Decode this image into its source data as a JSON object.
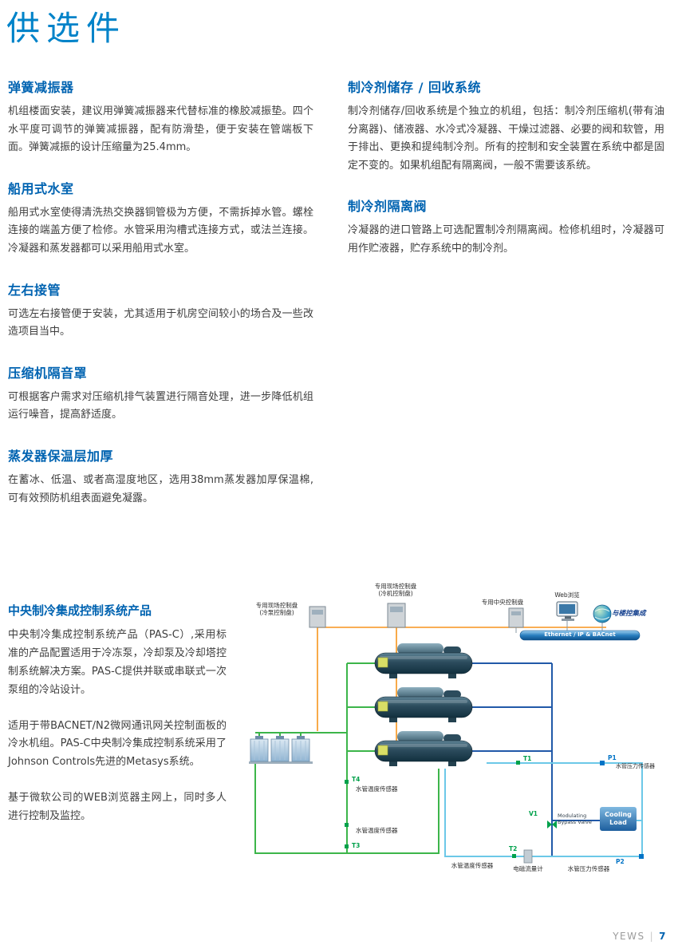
{
  "page": {
    "title": "供选件"
  },
  "footer": {
    "brand": "YEWS",
    "divider": "|",
    "page": "7"
  },
  "sections": {
    "left": [
      {
        "heading": "弹簧减振器",
        "body": "机组楼面安装，建议用弹簧减振器来代替标准的橡胶减振垫。四个水平度可调节的弹簧减振器，配有防滑垫，便于安装在管端板下面。弹簧减振的设计压缩量为25.4mm。"
      },
      {
        "heading": "船用式水室",
        "body": "船用式水室使得清洗热交换器铜管极为方便，不需拆掉水管。螺栓连接的端盖方便了检修。水管采用沟槽式连接方式，或法兰连接。冷凝器和蒸发器都可以采用船用式水室。"
      },
      {
        "heading": "左右接管",
        "body": "可选左右接管便于安装，尤其适用于机房空间较小的场合及一些改造项目当中。"
      },
      {
        "heading": "压缩机隔音罩",
        "body": "可根据客户需求对压缩机排气装置进行隔音处理，进一步降低机组运行噪音，提高舒适度。"
      },
      {
        "heading": "蒸发器保温层加厚",
        "body": "在蓄冰、低温、或者高湿度地区，选用38mm蒸发器加厚保温棉,可有效预防机组表面避免凝露。"
      }
    ],
    "right": [
      {
        "heading": "制冷剂储存 / 回收系统",
        "body": "制冷剂储存/回收系统是个独立的机组，包括：制冷剂压缩机(带有油分离器)、储液器、水冷式冷凝器、干燥过滤器、必要的阀和软管，用于排出、更换和提纯制冷剂。所有的控制和安全装置在系统中都是固定不变的。如果机组配有隔离阀，一般不需要该系统。"
      },
      {
        "heading": "制冷剂隔离阀",
        "body": "冷凝器的进口管路上可选配置制冷剂隔离阀。检修机组时，冷凝器可用作贮液器，贮存系统中的制冷剂。"
      }
    ]
  },
  "pasc": {
    "heading": "中央制冷集成控制系统产品",
    "p1": "中央制冷集成控制系统产品（PAS-C）,采用标准的产品配置适用于冷冻泵，冷却泵及冷却塔控制系统解决方案。PAS-C提供并联或串联式一次泵组的冷站设计。",
    "p2": "适用于带BACNET/N2微网通讯网关控制面板的冷水机组。PAS-C中央制冷集成控制系统采用了Johnson Controls先进的Metasys系统。",
    "p3": "基于微软公司的WEB浏览器主网上，同时多人进行控制及监控。"
  },
  "diagram": {
    "panel_chiller_line1": "专用现场控制盘",
    "panel_chiller_line2": "(冷机控制盘)",
    "panel_pump_line1": "专用现场控制盘",
    "panel_pump_line2": "(冷泵控制盘)",
    "panel_central": "专用中央控制盘",
    "web": "Web浏览",
    "integration": "与楼控集成",
    "ethernet": "Ethernet / IP & BACnet",
    "temp_sensor": "水管温度传感器",
    "pressure_sensor": "水管压力传感器",
    "flow_meter": "电磁流量计",
    "bypass_line1": "Modulating",
    "bypass_line2": "Bypass Valve",
    "cooling_load": "Cooling Load",
    "t1": "T1",
    "t2": "T2",
    "t3": "T3",
    "t4": "T4",
    "v1": "V1",
    "p1": "P1",
    "p2": "P2"
  },
  "colors": {
    "accent": "#0063b1",
    "title": "#0083c9"
  }
}
